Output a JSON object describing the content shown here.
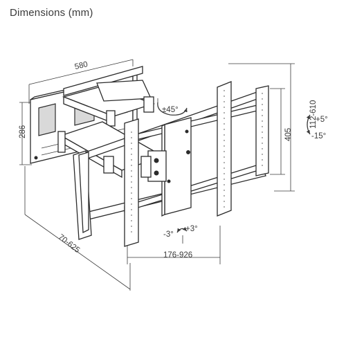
{
  "title": "Dimensions (mm)",
  "dimensions": {
    "width_plate": "580",
    "height_plate": "286",
    "extension": "70-625",
    "swivel": "±45°",
    "tilt_up": "+5°",
    "tilt_down": "-15°",
    "rail_height": "405",
    "vertical_range": "112-610",
    "rotate_left": "-3°",
    "rotate_right": "+3°",
    "horizontal_range": "176-926"
  }
}
